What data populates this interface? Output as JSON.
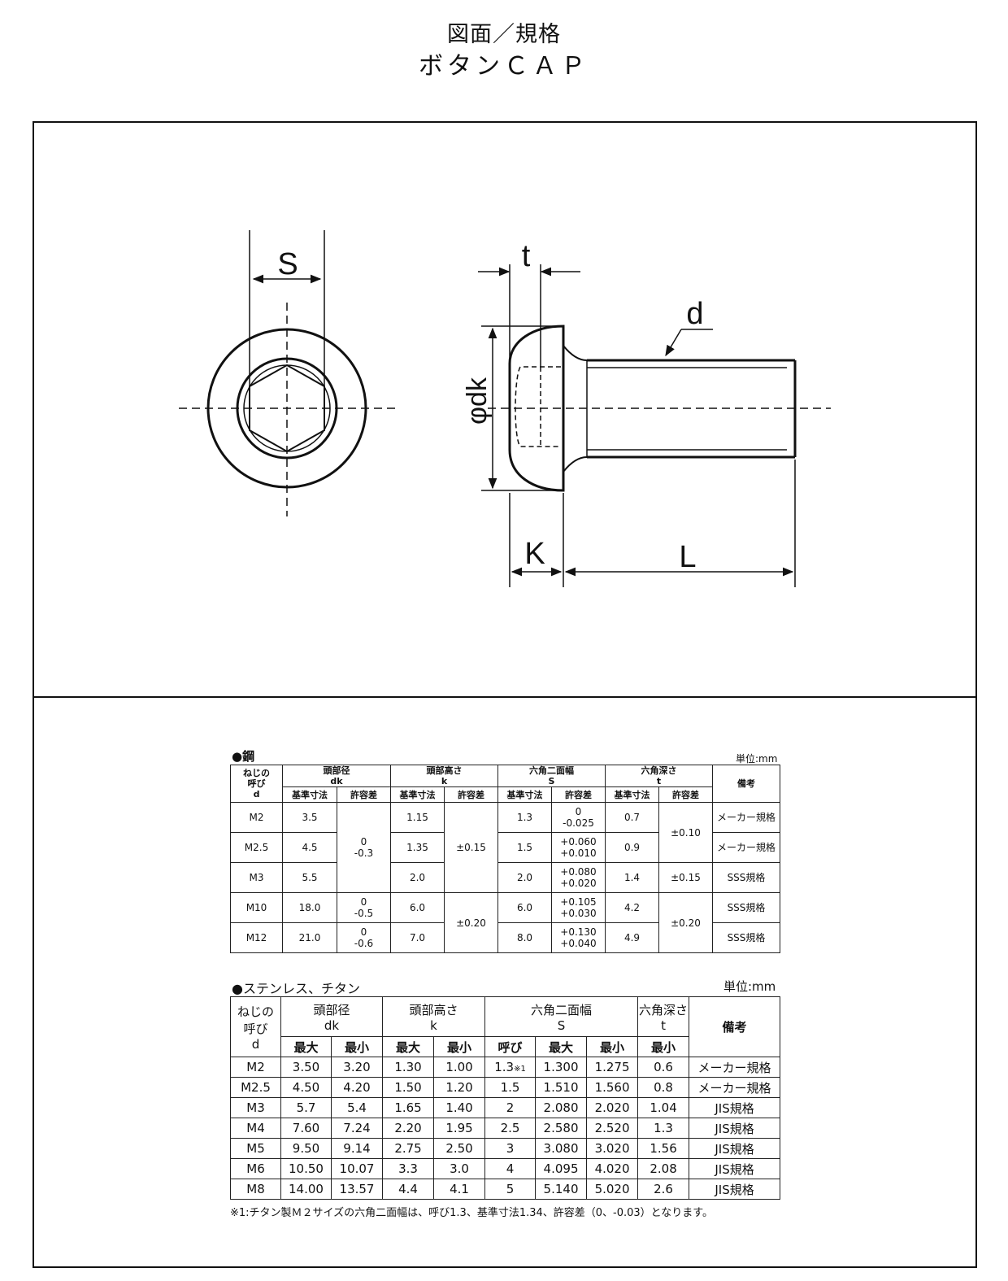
{
  "title_line1": "図面／規格",
  "title_line2": "ボタンＣＡＰ",
  "drawing_labels": {
    "S": "S",
    "t": "t",
    "d": "d",
    "dk": "φdk",
    "K": "K",
    "L": "L"
  },
  "steel": {
    "section_label": "●鋼",
    "unit": "単位:mm",
    "headers": {
      "nominal": [
        "ねじの",
        "呼び",
        "d"
      ],
      "head_dia": [
        "頭部径",
        "dk"
      ],
      "head_height": [
        "頭部高さ",
        "k"
      ],
      "hex_width": [
        "六角二面幅",
        "S"
      ],
      "hex_depth": [
        "六角深さ",
        "t"
      ],
      "remarks": "備考",
      "basic": "基準寸法",
      "tolerance": "許容差"
    },
    "rows": [
      {
        "d": "M2",
        "dk": "3.5",
        "k": "1.15",
        "s": "1.3",
        "s_tol": [
          "0",
          "-0.025"
        ],
        "t": "0.7",
        "note": "メーカー規格"
      },
      {
        "d": "M2.5",
        "dk": "4.5",
        "k": "1.35",
        "s": "1.5",
        "s_tol": [
          "+0.060",
          "+0.010"
        ],
        "t": "0.9",
        "note": "メーカー規格"
      },
      {
        "d": "M3",
        "dk": "5.5",
        "k": "2.0",
        "s": "2.0",
        "s_tol": [
          "+0.080",
          "+0.020"
        ],
        "t": "1.4",
        "note": "SSS規格"
      },
      {
        "d": "M10",
        "dk": "18.0",
        "k": "6.0",
        "s": "6.0",
        "s_tol": [
          "+0.105",
          "+0.030"
        ],
        "t": "4.2",
        "note": "SSS規格"
      },
      {
        "d": "M12",
        "dk": "21.0",
        "k": "7.0",
        "s": "8.0",
        "s_tol": [
          "+0.130",
          "+0.040"
        ],
        "t": "4.9",
        "note": "SSS規格"
      }
    ],
    "dk_tol": [
      [
        "0",
        "-0.3"
      ],
      [
        "0",
        "-0.5"
      ],
      [
        "0",
        "-0.6"
      ]
    ],
    "k_tol": [
      "±0.15",
      "±0.20"
    ],
    "t_tol": [
      "±0.10",
      "±0.15",
      "±0.20"
    ]
  },
  "stainless": {
    "section_label": "●ステンレス、チタン",
    "unit": "単位:mm",
    "headers": {
      "nominal": [
        "ねじの",
        "呼び",
        "d"
      ],
      "head_dia": [
        "頭部径",
        "dk"
      ],
      "head_height": [
        "頭部高さ",
        "k"
      ],
      "hex_width": [
        "六角二面幅",
        "S"
      ],
      "hex_depth": [
        "六角深さ",
        "t"
      ],
      "remarks": "備考",
      "max": "最大",
      "min": "最小",
      "nom": "呼び"
    },
    "rows": [
      {
        "d": "M2",
        "dk_max": "3.50",
        "dk_min": "3.20",
        "k_max": "1.30",
        "k_min": "1.00",
        "s_nom": "1.3",
        "s_nom_mark": "※1",
        "s_max": "1.300",
        "s_min": "1.275",
        "t_min": "0.6",
        "note": "メーカー規格"
      },
      {
        "d": "M2.5",
        "dk_max": "4.50",
        "dk_min": "4.20",
        "k_max": "1.50",
        "k_min": "1.20",
        "s_nom": "1.5",
        "s_nom_mark": "",
        "s_max": "1.510",
        "s_min": "1.560",
        "t_min": "0.8",
        "note": "メーカー規格"
      },
      {
        "d": "M3",
        "dk_max": "5.7",
        "dk_min": "5.4",
        "k_max": "1.65",
        "k_min": "1.40",
        "s_nom": "2",
        "s_nom_mark": "",
        "s_max": "2.080",
        "s_min": "2.020",
        "t_min": "1.04",
        "note": "JIS規格"
      },
      {
        "d": "M4",
        "dk_max": "7.60",
        "dk_min": "7.24",
        "k_max": "2.20",
        "k_min": "1.95",
        "s_nom": "2.5",
        "s_nom_mark": "",
        "s_max": "2.580",
        "s_min": "2.520",
        "t_min": "1.3",
        "note": "JIS規格"
      },
      {
        "d": "M5",
        "dk_max": "9.50",
        "dk_min": "9.14",
        "k_max": "2.75",
        "k_min": "2.50",
        "s_nom": "3",
        "s_nom_mark": "",
        "s_max": "3.080",
        "s_min": "3.020",
        "t_min": "1.56",
        "note": "JIS規格"
      },
      {
        "d": "M6",
        "dk_max": "10.50",
        "dk_min": "10.07",
        "k_max": "3.3",
        "k_min": "3.0",
        "s_nom": "4",
        "s_nom_mark": "",
        "s_max": "4.095",
        "s_min": "4.020",
        "t_min": "2.08",
        "note": "JIS規格"
      },
      {
        "d": "M8",
        "dk_max": "14.00",
        "dk_min": "13.57",
        "k_max": "4.4",
        "k_min": "4.1",
        "s_nom": "5",
        "s_nom_mark": "",
        "s_max": "5.140",
        "s_min": "5.020",
        "t_min": "2.6",
        "note": "JIS規格"
      }
    ],
    "footnote": "※1:チタン製Ｍ２サイズの六角二面幅は、呼び1.3、基準寸法1.34、許容差（0、-0.03）となります。"
  }
}
